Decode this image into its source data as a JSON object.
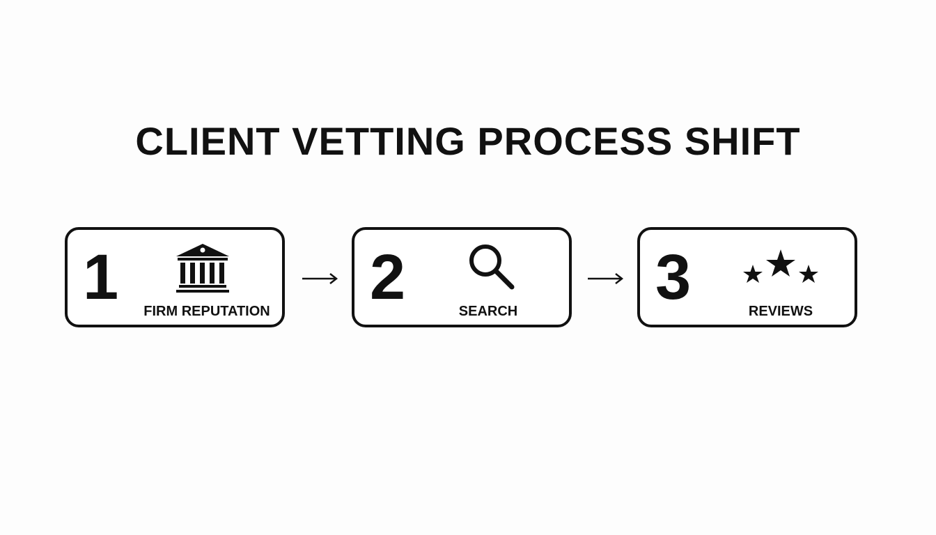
{
  "title": "CLIENT VETTING PROCESS SHIFT",
  "steps": [
    {
      "number": "1",
      "label": "FIRM REPUTATION",
      "icon": "bank-building-icon"
    },
    {
      "number": "2",
      "label": "SEARCH",
      "icon": "magnifying-glass-icon"
    },
    {
      "number": "3",
      "label": "REVIEWS",
      "icon": "stars-icon"
    }
  ]
}
